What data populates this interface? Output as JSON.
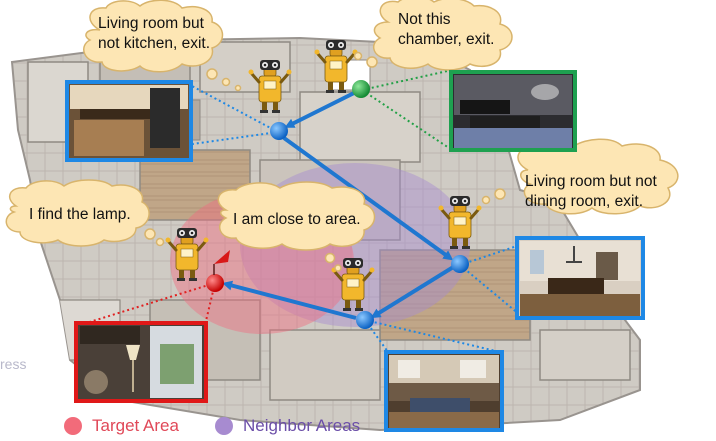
{
  "thoughts": [
    {
      "id": "kitchen",
      "lines": [
        "Living room but",
        "not kitchen, exit."
      ]
    },
    {
      "id": "chamber",
      "lines": [
        "Not this",
        "chamber, exit."
      ]
    },
    {
      "id": "dining",
      "lines": [
        "Living room but not",
        "dining room, exit."
      ]
    },
    {
      "id": "lamp",
      "lines": [
        "I find the lamp."
      ]
    },
    {
      "id": "close",
      "lines": [
        "I am close to area."
      ]
    }
  ],
  "legend": {
    "target": {
      "label": "Target Area",
      "color": "#f26b7a"
    },
    "neighbor": {
      "label": "Neighbor Areas",
      "color": "#a78bd0"
    }
  },
  "colors": {
    "path_arrow": "#1f77d0",
    "waypoint": "#1e88e5",
    "visited_dead_end": "#22a046",
    "target_point": "#e02020",
    "thumb_kitchen_border": "#1e88e5",
    "thumb_chamber_border": "#1ea050",
    "thumb_dining_border": "#1e88e5",
    "thumb_lamp_border": "#e01818",
    "thumb_living_border": "#1e88e5"
  },
  "icons": [
    "robot-icon",
    "thought-cloud",
    "red-flag-icon"
  ],
  "faded_text": "ress"
}
